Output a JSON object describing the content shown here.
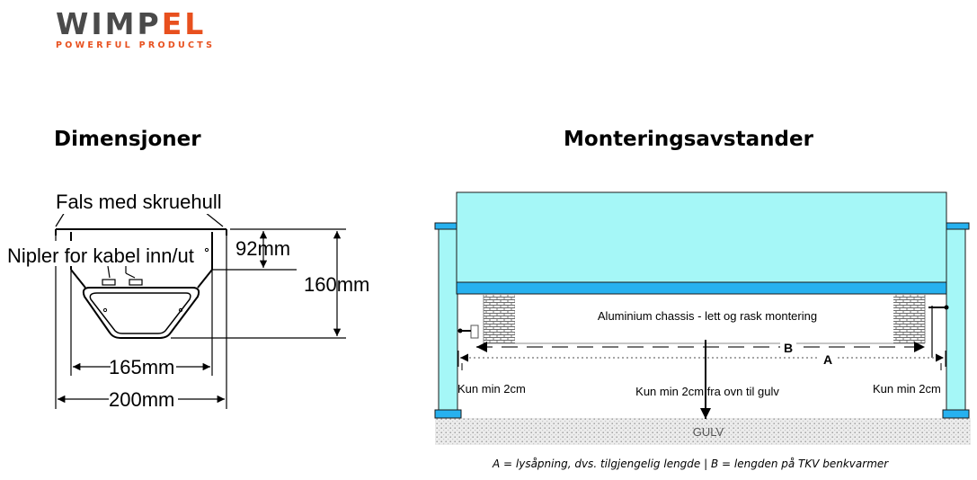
{
  "logo": {
    "word_prefix": "WIMP",
    "word_suffix": "EL",
    "tagline": "POWERFUL PRODUCTS",
    "colors": {
      "primary": "#4a4a4a",
      "accent": "#e8501e"
    }
  },
  "left": {
    "heading": "Dimensjoner",
    "labels": {
      "flange": "Fals med skruehull",
      "nipples": "Nipler for kabel inn/ut",
      "depth_upper": "92mm",
      "depth_total": "160mm",
      "width_bottom": "165mm",
      "width_top": "200mm"
    }
  },
  "right": {
    "heading": "Monteringsavstander",
    "labels": {
      "chassis": "Aluminium chassis - lett og rask montering",
      "b": "B",
      "a": "A",
      "clearance_left": "Kun min 2cm",
      "clearance_right": "Kun min 2cm",
      "clearance_floor": "Kun min 2cm fra ovn til gulv",
      "floor": "GULV"
    },
    "colors": {
      "bench": "#a5f7f7",
      "rail": "#27b1ef",
      "post": "#a5f7f7",
      "floor": "#e8e8e8"
    }
  },
  "caption": "A = lysåpning, dvs. tilgjengelig lengde | B = lengden på TKV benkvarmer"
}
